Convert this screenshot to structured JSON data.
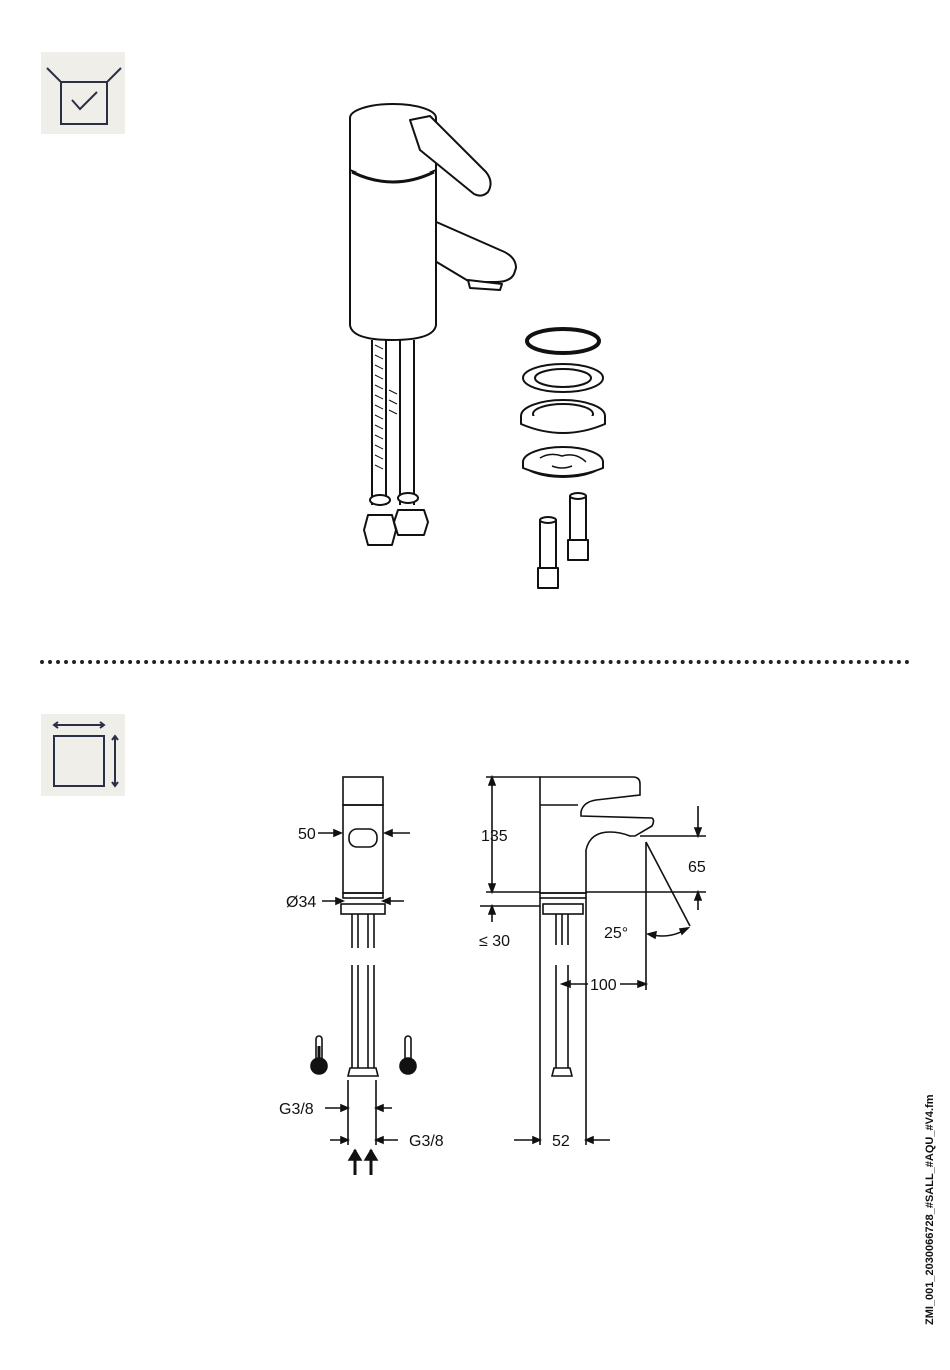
{
  "icons": {
    "contents": "box-with-checkmark-icon",
    "dimensions": "square-with-dimension-arrows-icon"
  },
  "colors": {
    "icon_bg": "#efeee9",
    "line": "#111111"
  },
  "front_view": {
    "width_label": "50",
    "diameter_label": "Ø34",
    "thread_left_label": "G3/8",
    "thread_right_label": "G3/8"
  },
  "side_view": {
    "height_label": "135",
    "counter_label": "≤ 30",
    "spout_height_label": "65",
    "angle_label": "25°",
    "reach_label": "100",
    "base_label": "52"
  },
  "footer": {
    "file_reference": "ZMI_001_2030066728_#SALL_#AQU_#V4.fm"
  }
}
